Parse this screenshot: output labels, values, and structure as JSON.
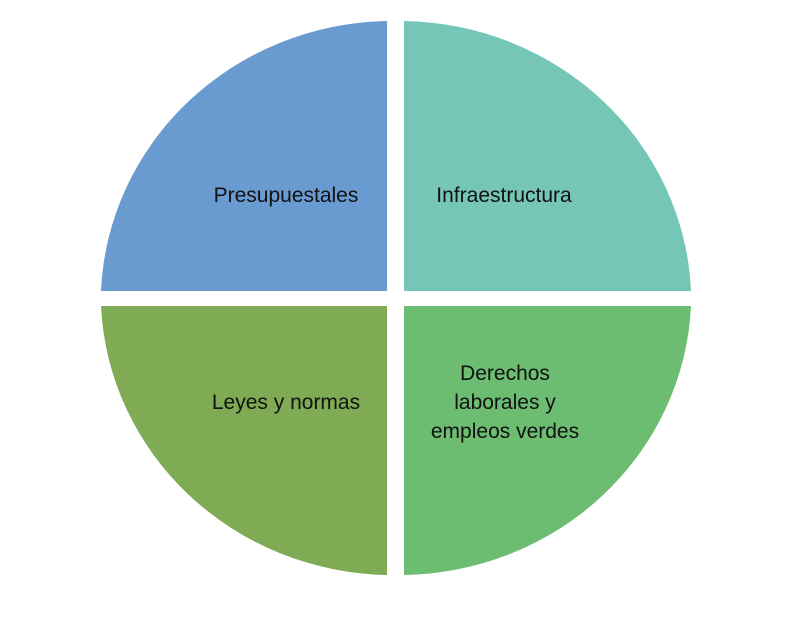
{
  "diagram": {
    "quadrants": [
      {
        "id": "top-left",
        "label": "Presupuestales",
        "color": "#6a9bd0"
      },
      {
        "id": "top-right",
        "label": "Infraestructura",
        "color": "#75c6b6"
      },
      {
        "id": "bottom-left",
        "label": "Leyes y normas",
        "color": "#80ab55"
      },
      {
        "id": "bottom-right",
        "label": "Derechos\nlaborales  y\nempleos verdes",
        "color": "#6cbd71"
      }
    ]
  }
}
